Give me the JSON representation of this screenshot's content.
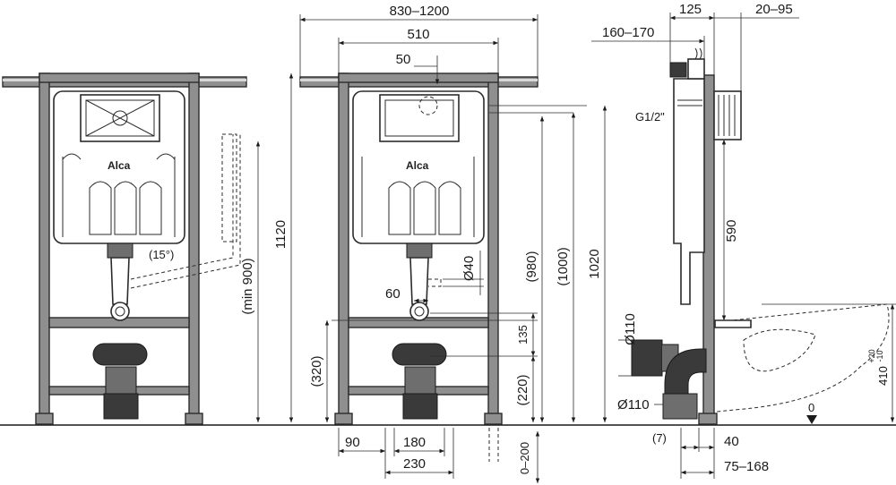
{
  "brand": {
    "logo_text": "Alca"
  },
  "labels": {
    "thread": "G1/2\"",
    "angle": "(15°)",
    "floor_zero": "0"
  },
  "dimensions": {
    "width_range": "830–1200",
    "frame_width": "510",
    "inlet_offset": "50",
    "total_height": "1120",
    "min_height": "(min 900)",
    "h980": "(980)",
    "h1000": "(1000)",
    "h1020": "1020",
    "d40": "Ø40",
    "w60": "60",
    "h135": "135",
    "h320": "(320)",
    "h220": "(220)",
    "w90": "90",
    "w180": "180",
    "w230": "230",
    "d0_200": "0–200",
    "depth125": "125",
    "depth20_95": "20–95",
    "depth160_170": "160–170",
    "h590": "590",
    "d110_top": "Ø110",
    "d110_bottom": "Ø110",
    "offset7": "(7)",
    "w40": "40",
    "w75_168": "75–168",
    "h410": "410",
    "tol_plus": "+20",
    "tol_minus": "-10"
  }
}
